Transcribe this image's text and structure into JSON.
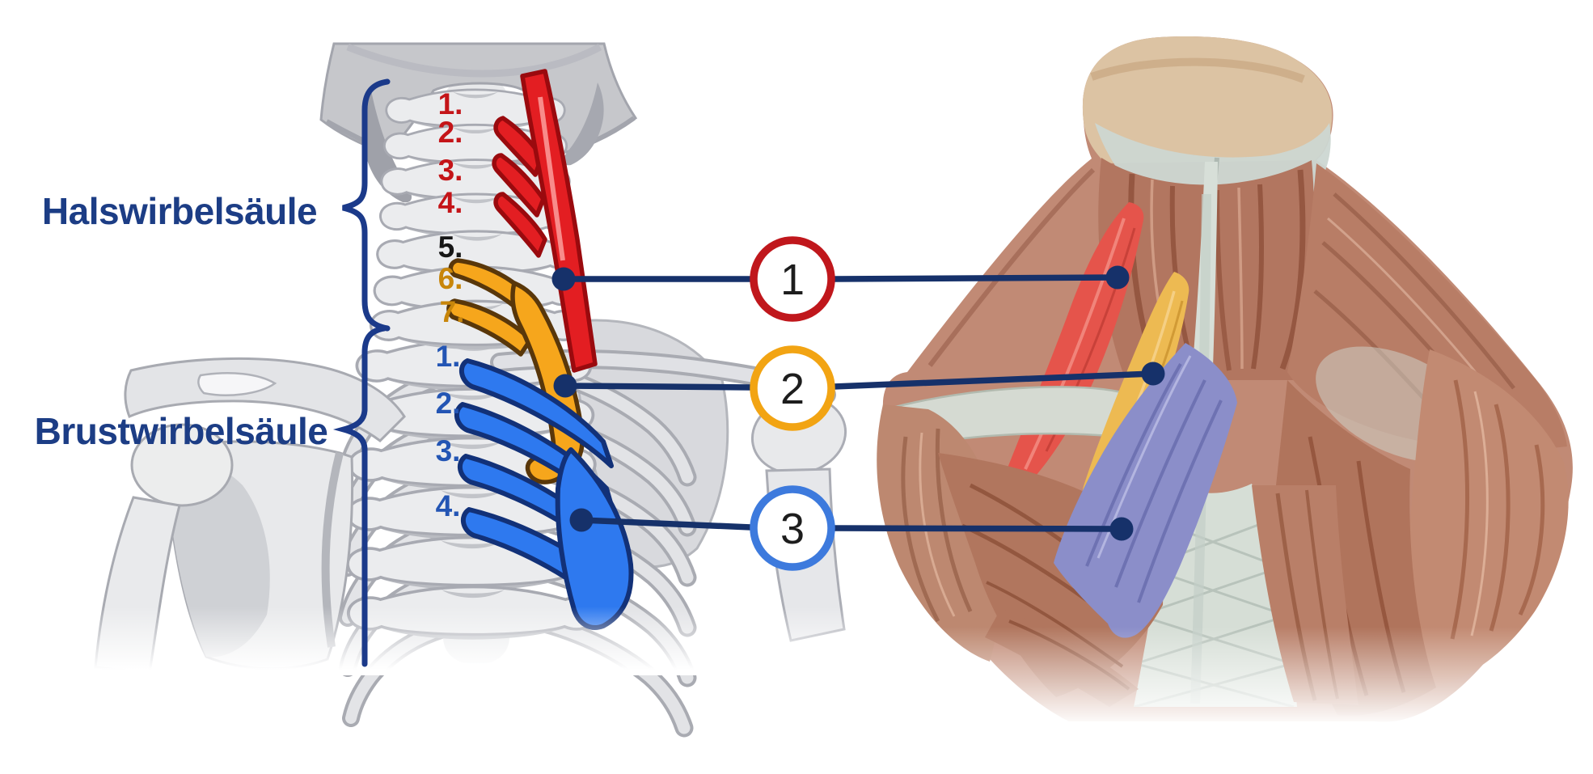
{
  "diagram": {
    "kind": "anatomy-spine-to-back-muscles",
    "language": "de"
  },
  "labels": {
    "cervical": "Halswirbelsäule",
    "thoracic": "Brustwirbelsäule"
  },
  "spine": {
    "cervical_numbers": [
      "1.",
      "2.",
      "3.",
      "4.",
      "5.",
      "6.",
      "7."
    ],
    "thoracic_numbers": [
      "1.",
      "2.",
      "3.",
      "4."
    ]
  },
  "callouts": [
    "1",
    "2",
    "3"
  ],
  "colors": {
    "navy": "#16316a",
    "brace": "#1b3a8a",
    "label_text": "#1c3d85",
    "number_red": "#c41418",
    "number_black": "#161616",
    "number_orange": "#c8860b",
    "number_blue": "#2355b4",
    "muscle_red": "#e31e22",
    "muscle_red_outline": "#9a0a0e",
    "muscle_orange": "#f6a61c",
    "muscle_orange_outline": "#59370a",
    "muscle_blue": "#2e79ef",
    "muscle_blue_outline": "#123178",
    "ring_1": "#c0171c",
    "ring_2": "#f2a413",
    "ring_3": "#3d7add",
    "callout_number": "#1d1d1d",
    "highlight_red": "#e5544b",
    "highlight_yellow": "#edba52",
    "highlight_purple": "#8b8ec9"
  }
}
